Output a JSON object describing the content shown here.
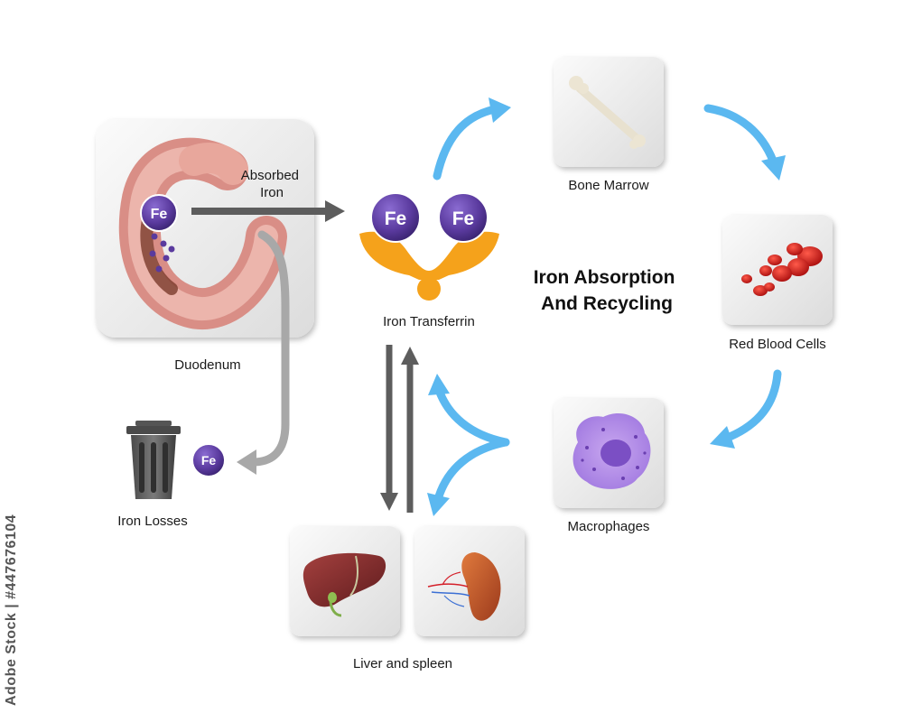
{
  "title_line1": "Iron Absorption",
  "title_line2": "And Recycling",
  "labels": {
    "absorbed_line1": "Absorbed",
    "absorbed_line2": "Iron",
    "duodenum": "Duodenum",
    "iron_transferrin": "Iron Transferrin",
    "bone_marrow": "Bone Marrow",
    "red_blood_cells": "Red Blood Cells",
    "macrophages": "Macrophages",
    "liver_spleen": "Liver and spleen",
    "iron_losses": "Iron Losses"
  },
  "fe": "Fe",
  "stock_id": "Adobe Stock | #447676104",
  "colors": {
    "flow_arrow": "#5bb8f0",
    "transfer_arrow": "#5d5d5d",
    "loss_arrow": "#a8a8a8",
    "fe_ball": "#5a3a9e",
    "transferrin": "#f5a21b"
  },
  "icons": [
    "duodenum-icon",
    "bone-icon",
    "red-blood-cells-icon",
    "macrophage-icon",
    "liver-icon",
    "spleen-icon",
    "trash-can-icon",
    "transferrin-icon"
  ]
}
